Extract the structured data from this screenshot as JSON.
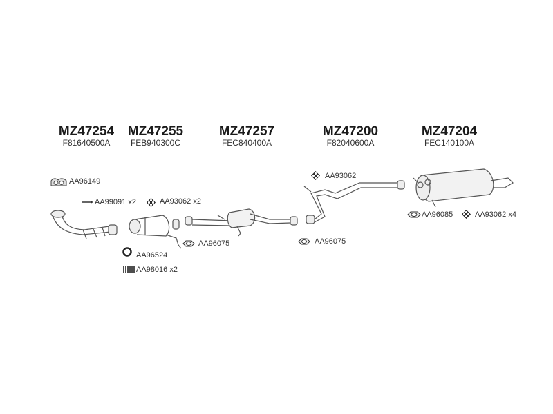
{
  "assemblies": [
    {
      "code": "MZ47254",
      "ref": "F81640500A"
    },
    {
      "code": "MZ47255",
      "ref": "FEB940300C"
    },
    {
      "code": "MZ47257",
      "ref": "FEC840400A"
    },
    {
      "code": "MZ47200",
      "ref": "F82040600A"
    },
    {
      "code": "MZ47204",
      "ref": "FEC140100A"
    }
  ],
  "parts": [
    {
      "label": "AA96149",
      "icon": "gasket-icon"
    },
    {
      "label": "AA99091 x2",
      "icon": "bolt-icon"
    },
    {
      "label": "AA93062 x2",
      "icon": "rubber-mount-icon"
    },
    {
      "label": "AA96075",
      "icon": "gasket-ring-icon"
    },
    {
      "label": "AA96524",
      "icon": "ring-icon"
    },
    {
      "label": "AA98016 x2",
      "icon": "spring-icon"
    },
    {
      "label": "AA93062",
      "icon": "rubber-mount-icon"
    },
    {
      "label": "AA96075",
      "icon": "gasket-ring-icon"
    },
    {
      "label": "AA96085",
      "icon": "gasket-ring-icon"
    },
    {
      "label": "AA93062 x4",
      "icon": "rubber-mount-icon"
    }
  ]
}
